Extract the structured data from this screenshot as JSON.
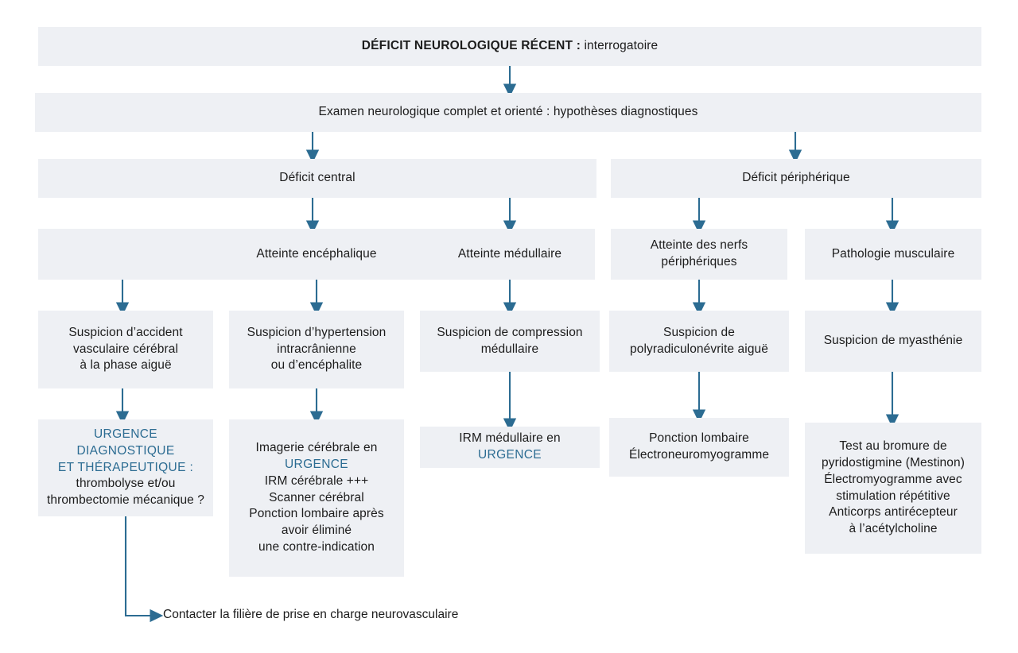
{
  "page": {
    "title": "Déficit neurologique récent : arbre décisionnel",
    "background": "#ffffff",
    "box_fill": "#eef0f4",
    "accent_color": "#2c6c92",
    "text_color": "#1c1c1c",
    "arrow_color": "#2c6c92"
  },
  "nodes": {
    "root": {
      "label_bold": "DÉFICIT NEUROLOGIQUE RÉCENT :",
      "label_rest": " interrogatoire"
    },
    "exam": {
      "label": "Examen neurologique complet et orienté : hypothèses diagnostiques"
    },
    "central": {
      "label": "Déficit central"
    },
    "peripheral": {
      "label": "Déficit périphérique"
    },
    "encephalic": {
      "label": "Atteinte encéphalique"
    },
    "medullary": {
      "label": "Atteinte médullaire"
    },
    "nerves": {
      "line1": "Atteinte des nerfs",
      "line2": "périphériques"
    },
    "muscle": {
      "label": "Pathologie musculaire"
    },
    "stroke": {
      "line1": "Suspicion d’accident",
      "line2": "vasculaire cérébral",
      "line3": "à la phase aiguë"
    },
    "hic": {
      "line1": "Suspicion d’hypertension",
      "line2": "intracrânienne",
      "line3": "ou d’encéphalite"
    },
    "cord_compression": {
      "line1": "Suspicion de compression",
      "line2": "médullaire"
    },
    "gbs": {
      "line1": "Suspicion de",
      "line2": "polyradiculonévrite aiguë"
    },
    "myasthenia": {
      "label": "Suspicion de myasthénie"
    },
    "urgence_box": {
      "accent_line1": "URGENCE DIAGNOSTIQUE",
      "accent_line2": "ET THÉRAPEUTIQUE :",
      "line3": "thrombolyse et/ou",
      "line4": "thrombectomie mécanique ?"
    },
    "imaging_box": {
      "line1": "Imagerie cérébrale en",
      "accent_line2": "URGENCE",
      "line3": "IRM cérébrale +++",
      "line4": "Scanner cérébral",
      "line5": "Ponction lombaire après",
      "line6": "avoir éliminé",
      "line7": "une contre-indication"
    },
    "mri_cord": {
      "prefix": "IRM médullaire en ",
      "accent": "URGENCE"
    },
    "lp_enmg": {
      "line1": "Ponction lombaire",
      "line2": "Électroneuromyogramme"
    },
    "myasthenia_tests": {
      "line1": "Test au bromure de",
      "line2": "pyridostigmine (Mestinon)",
      "line3": "Électromyogramme avec",
      "line4": "stimulation répétitive",
      "line5": "Anticorps antirécepteur",
      "line6": "à l’acétylcholine"
    }
  },
  "endnote": {
    "label": "Contacter la filière de prise en charge neurovasculaire"
  }
}
